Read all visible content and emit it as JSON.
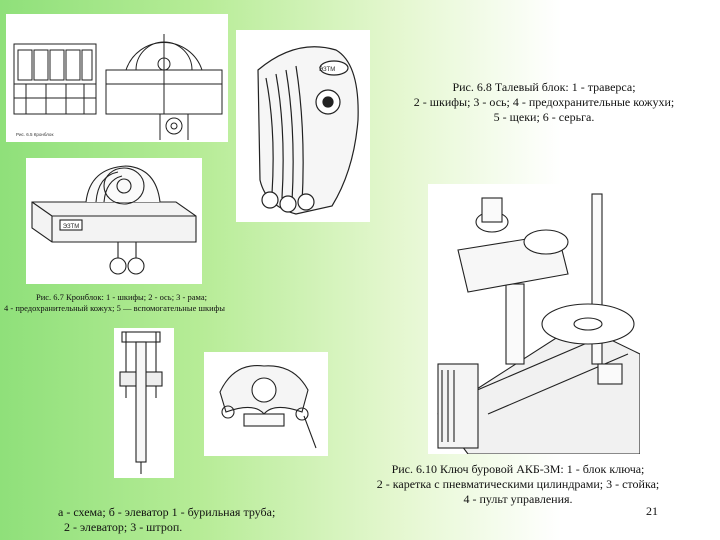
{
  "slide": {
    "number": "21",
    "captions": {
      "fig_6_8": [
        "Рис. 6.8 Талевый блок: 1 - траверса;",
        "2 - шкифы; 3 - ось; 4 - предохранительные кожухи;",
        "5 - щеки; 6 - серьга."
      ],
      "fig_6_7": [
        "Рис. 6.7 Кронблок: 1 - шкифы; 2 - ось; 3 - рама;",
        "4 - предохранительный кожух; 5 — вспомогательные шкифы"
      ],
      "fig_elevator": [
        "а - схема; б - элеватор 1 - бурильная труба;",
        "2 - элеватор; 3 - штроп."
      ],
      "fig_6_10": [
        "Рис. 6.10 Ключ буровой АКБ-3М: 1 - блок ключа;",
        "2 - каретка с пневматическими цилиндрами; 3 - стойка;",
        "4 - пульт управления."
      ]
    },
    "figure_labels": {
      "block_plate": "ЭЗТМ",
      "crown_plate": "ЭЗТМ",
      "tiny_note": "Рис. 6.5 Кронблок"
    }
  }
}
